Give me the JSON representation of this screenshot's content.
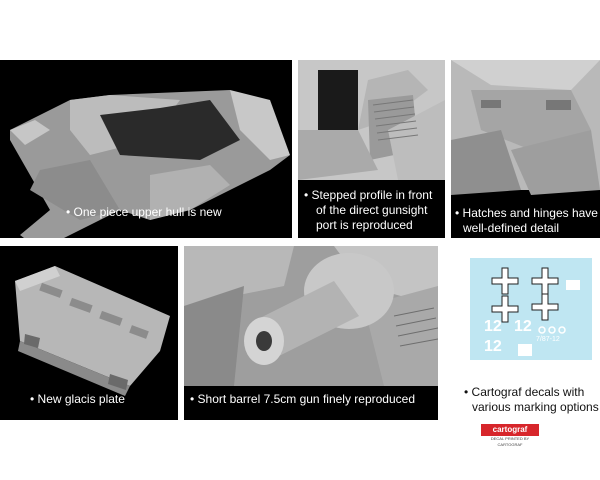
{
  "panels": [
    {
      "caption": "One piece upper hull is new"
    },
    {
      "caption_lines": [
        "Stepped profile in front",
        "of the direct gunsight",
        "port is reproduced"
      ]
    },
    {
      "caption_lines": [
        "Hatches and hinges have",
        "well-defined detail"
      ]
    },
    {
      "caption": "New glacis plate"
    },
    {
      "caption": "Short barrel 7.5cm gun finely reproduced"
    }
  ],
  "decals": {
    "caption_lines": [
      "Cartograf decals with",
      "various marking options"
    ],
    "numbers": [
      "12",
      "12",
      "12"
    ],
    "small_code": "7/87-12",
    "logo_text": "cartograf",
    "logo_subtext": "DECAL PRINTED BY CARTOGRAF"
  },
  "colors": {
    "panel_bg": "#000000",
    "model_grey": "#a9a9a9",
    "decal_bg": "#bfe6f2",
    "decal_white": "#ffffff",
    "logo_red": "#d7262b"
  }
}
